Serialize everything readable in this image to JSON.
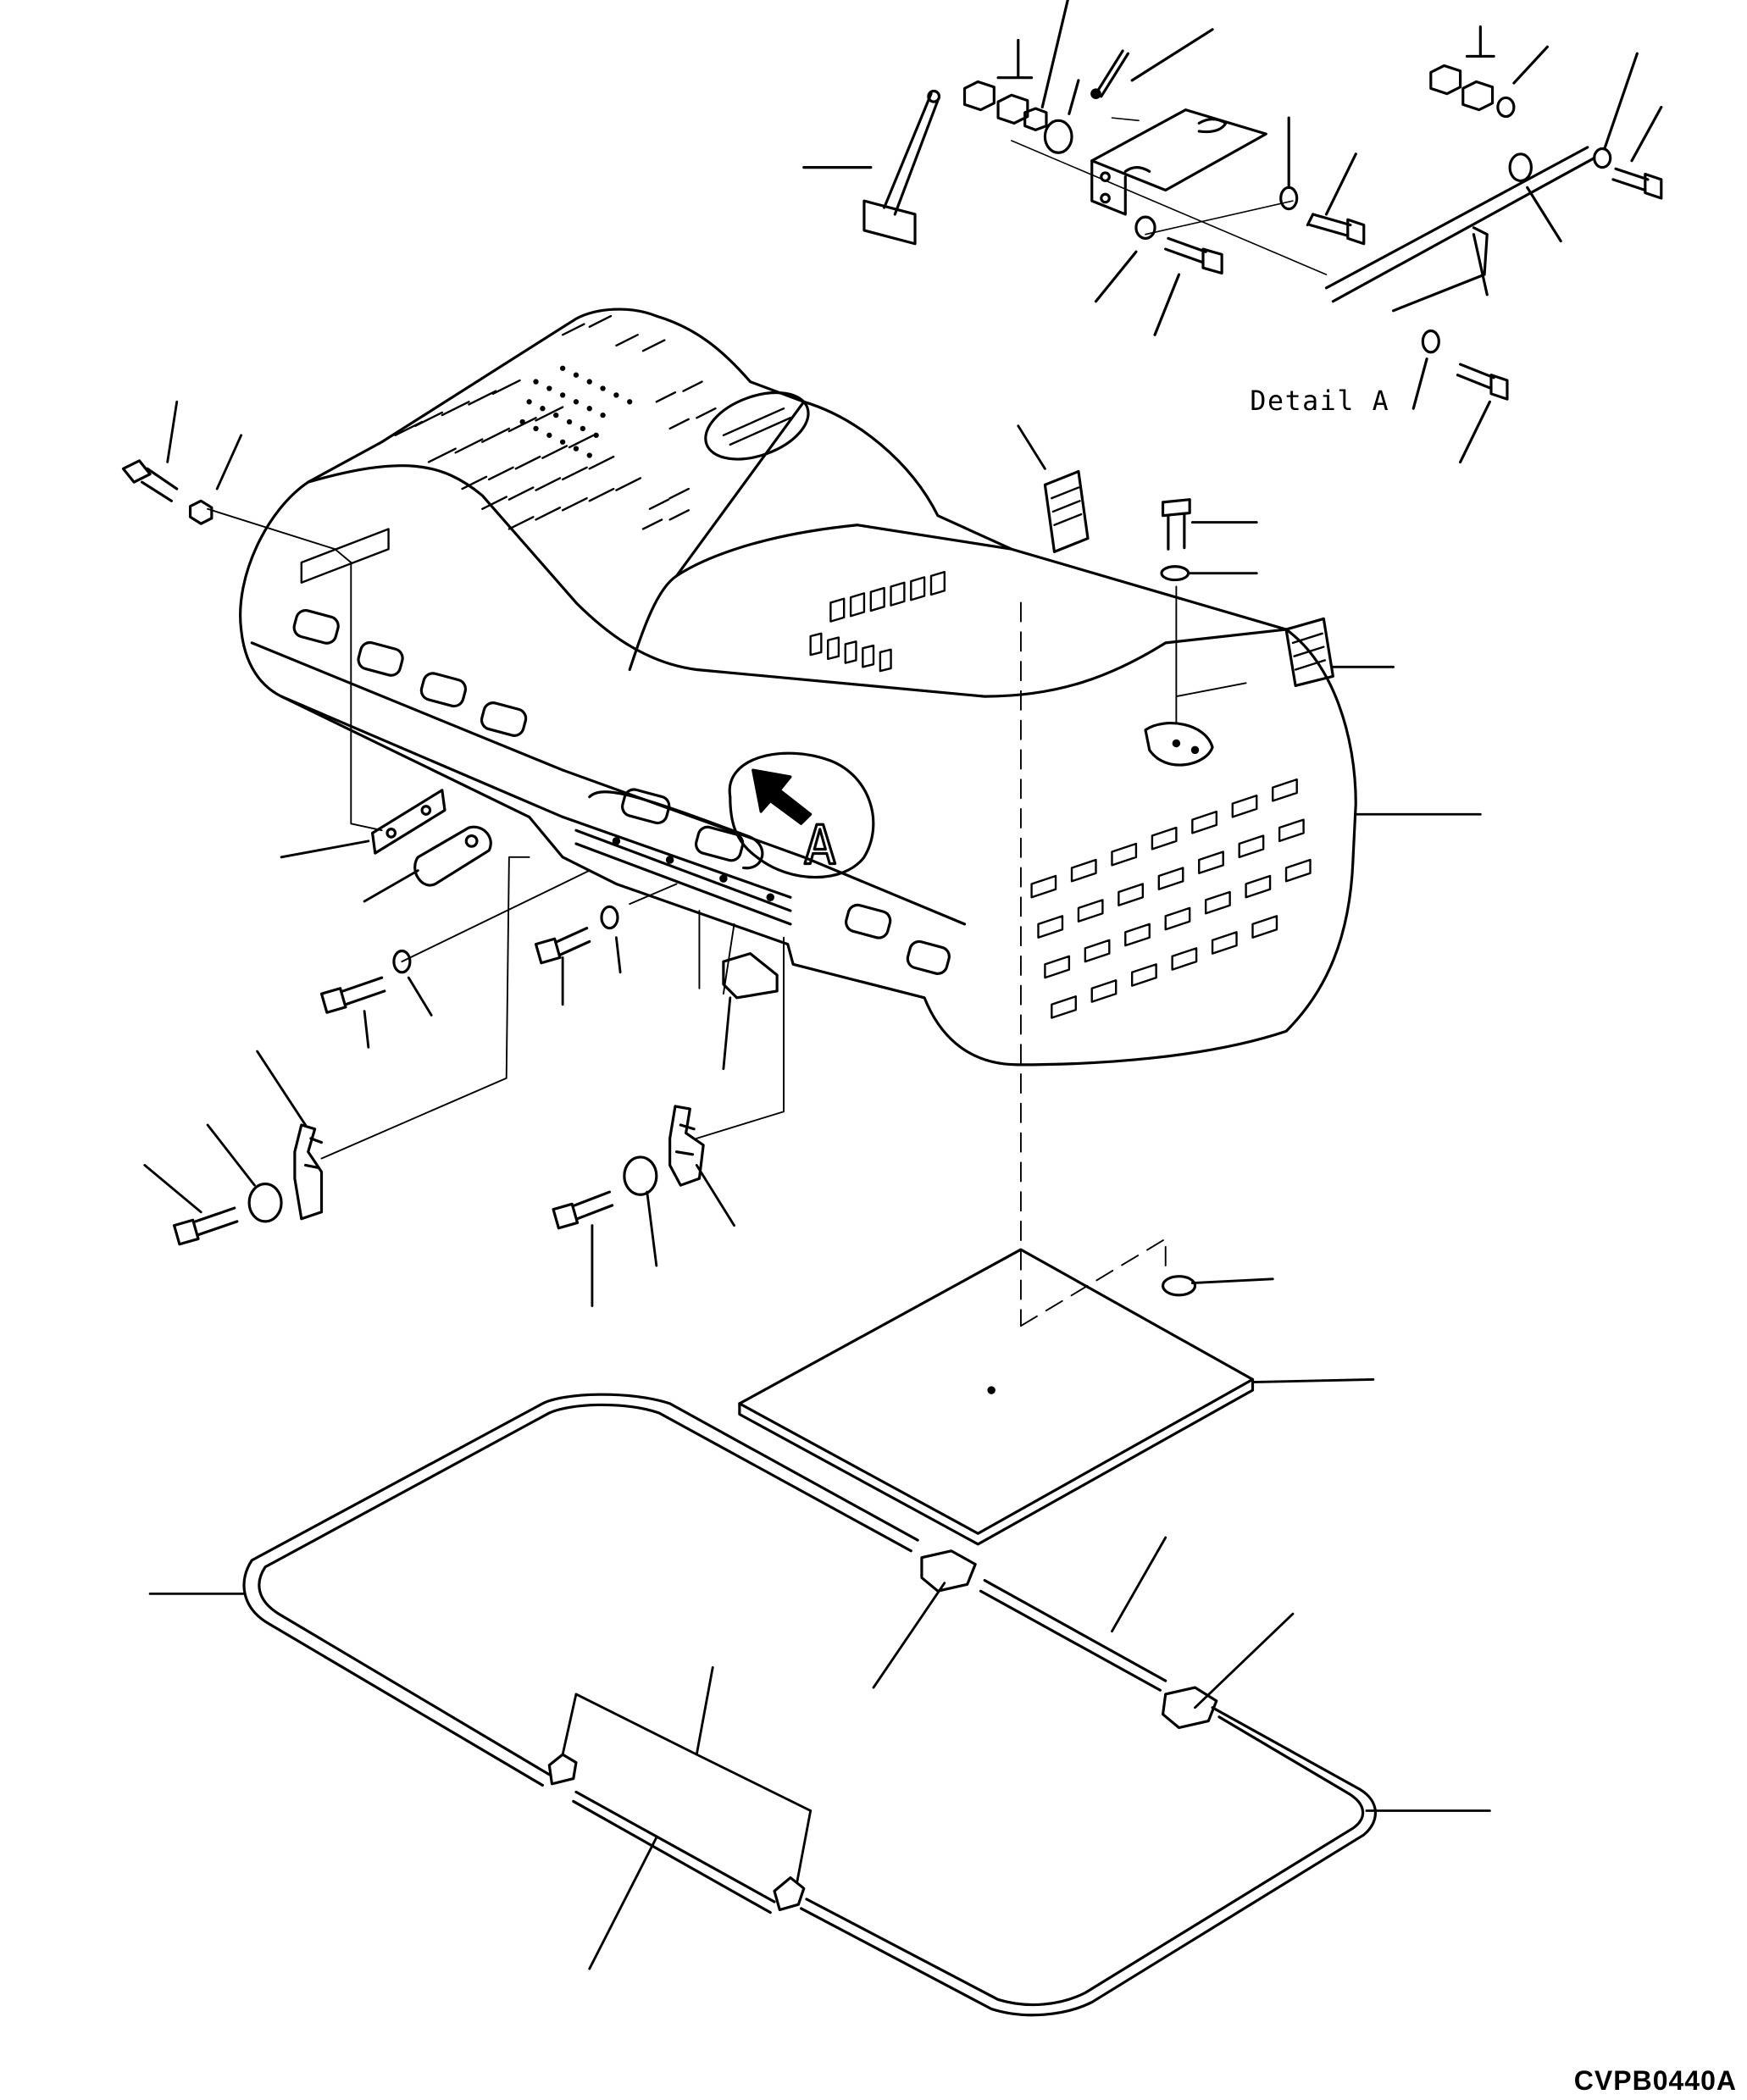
{
  "figure": {
    "detail_label": "Detail A",
    "callout_letter": "A",
    "drawing_code": "CVPB0440A"
  },
  "colors": {
    "ink": "#000000",
    "paper": "#ffffff"
  }
}
